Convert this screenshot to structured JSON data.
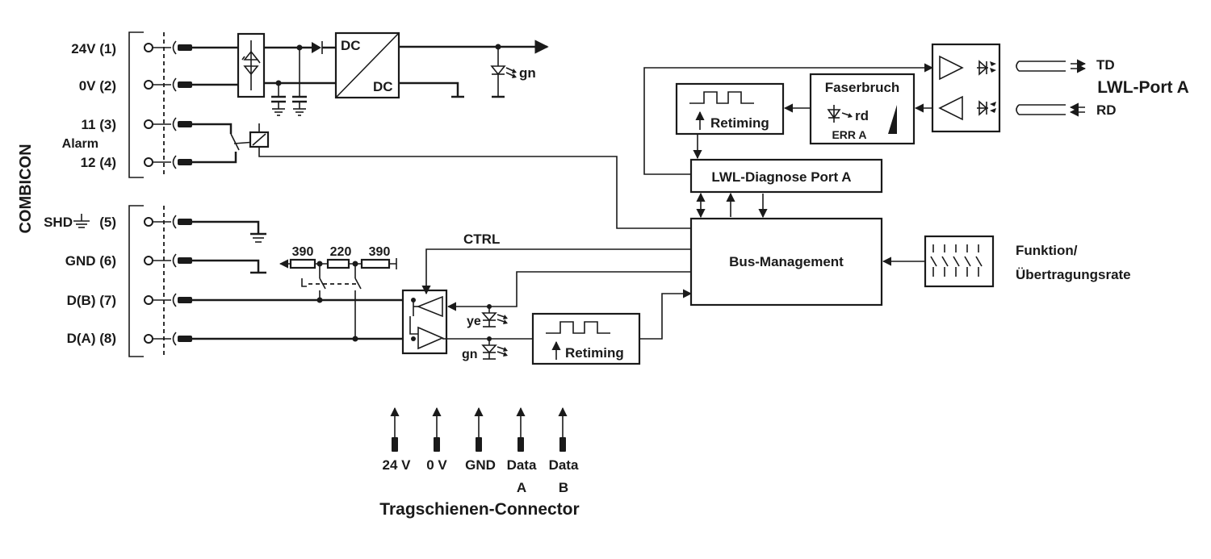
{
  "side_label": "COMBICON",
  "terminals": {
    "t1": "24V (1)",
    "t2": "0V (2)",
    "t3": "11 (3)",
    "alarm": "Alarm",
    "t4": "12 (4)",
    "t5": "SHD",
    "t5_num": "(5)",
    "t6": "GND (6)",
    "t7": "D(B) (7)",
    "t8": "D(A) (8)"
  },
  "dcdc": {
    "in": "DC",
    "out": "DC"
  },
  "leds": {
    "power": "gn",
    "rs485_tx": "ye",
    "rs485_rx": "gn",
    "fiber_err": "rd"
  },
  "resistors": {
    "r1": "390",
    "r2": "220",
    "r3": "390"
  },
  "ctrl": "CTRL",
  "retiming_top": "Retiming",
  "retiming_bottom": "Retiming",
  "faserbruch": {
    "title": "Faserbruch",
    "err": "ERR A"
  },
  "diagnose": "LWL-Diagnose Port A",
  "bus_management": "Bus-Management",
  "port": {
    "name": "LWL-Port A",
    "td": "TD",
    "rd": "RD"
  },
  "dip_switch": {
    "line1": "Funktion/",
    "line2": "Übertragungsrate"
  },
  "rail_connector": {
    "pins": [
      {
        "l1": "24 V",
        "l2": ""
      },
      {
        "l1": "0 V",
        "l2": ""
      },
      {
        "l1": "GND",
        "l2": ""
      },
      {
        "l1": "Data",
        "l2": "A"
      },
      {
        "l1": "Data",
        "l2": "B"
      }
    ],
    "title": "Tragschienen-Connector"
  }
}
